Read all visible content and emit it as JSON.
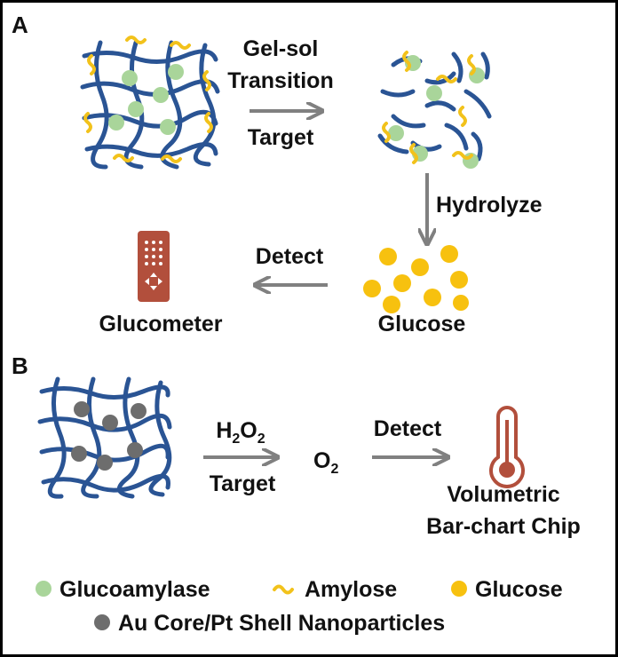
{
  "panel_a": {
    "letter": "A",
    "transition_line1": "Gel-sol",
    "transition_line2": "Transition",
    "transition_trigger": "Target",
    "hydrolyze": "Hydrolyze",
    "detect": "Detect",
    "glucose_label": "Glucose",
    "glucometer_label": "Glucometer"
  },
  "panel_b": {
    "letter": "B",
    "reagent_main": "H",
    "reagent_sub1": "2",
    "reagent_mid": "O",
    "reagent_sub2": "2",
    "trigger": "Target",
    "product_main": "O",
    "product_sub": "2",
    "detect": "Detect",
    "chip_line1": "Volumetric",
    "chip_line2": "Bar-chart Chip"
  },
  "legend": {
    "glucoamylase": "Glucoamylase",
    "amylose": "Amylose",
    "glucose": "Glucose",
    "nanoparticles": "Au Core/Pt Shell Nanoparticles"
  },
  "colors": {
    "polymer": "#2a5494",
    "glucoamylase": "#a9d59a",
    "amylose": "#f2c21b",
    "glucose": "#f7c10f",
    "nanoparticle": "#6d6d6d",
    "arrow": "#808080",
    "device": "#b24f3c"
  }
}
